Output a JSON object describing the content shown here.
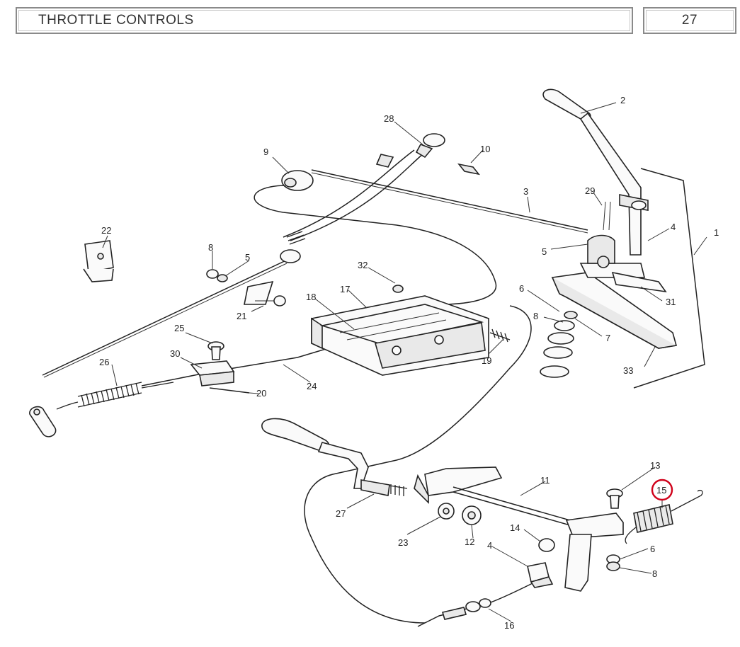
{
  "header": {
    "title": "THROTTLE CONTROLS",
    "page_number": "27"
  },
  "highlight_color": "#d0021b",
  "callouts": {
    "c1": "1",
    "c2": "2",
    "c3": "3",
    "c4a": "4",
    "c4b": "4",
    "c5a": "5",
    "c5b": "5",
    "c6a": "6",
    "c6b": "6",
    "c7": "7",
    "c8a": "8",
    "c8b": "8",
    "c8c": "8",
    "c9": "9",
    "c10": "10",
    "c11": "11",
    "c12": "12",
    "c13": "13",
    "c14": "14",
    "c15": "15",
    "c16": "16",
    "c17": "17",
    "c18": "18",
    "c19": "19",
    "c20": "20",
    "c21": "21",
    "c22": "22",
    "c23": "23",
    "c24": "24",
    "c25": "25",
    "c26": "26",
    "c27": "27",
    "c28": "28",
    "c29": "29",
    "c30": "30",
    "c31": "31",
    "c32": "32",
    "c33": "33"
  }
}
